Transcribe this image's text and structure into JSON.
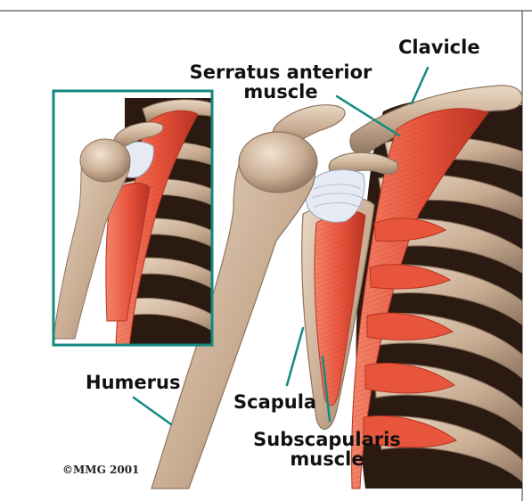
{
  "labels": {
    "clavicle": "Clavicle",
    "serratus_line1": "Serratus anterior",
    "serratus_line2": "muscle",
    "humerus": "Humerus",
    "scapula": "Scapula",
    "subscapularis_line1": "Subscapularis",
    "subscapularis_line2": "muscle"
  },
  "copyright": "©MMG 2001",
  "colors": {
    "bone": "#c9ad93",
    "bone_dark": "#8e7560",
    "bone_light": "#ead8c4",
    "muscle": "#e8553d",
    "muscle_dark": "#b83322",
    "muscle_light": "#f3846a",
    "cartilage": "#e6ebf3",
    "leader_line": "#138a80",
    "inset_frame": "#138a80",
    "cavity": "#2a1a12",
    "frame_border": "#555555"
  }
}
